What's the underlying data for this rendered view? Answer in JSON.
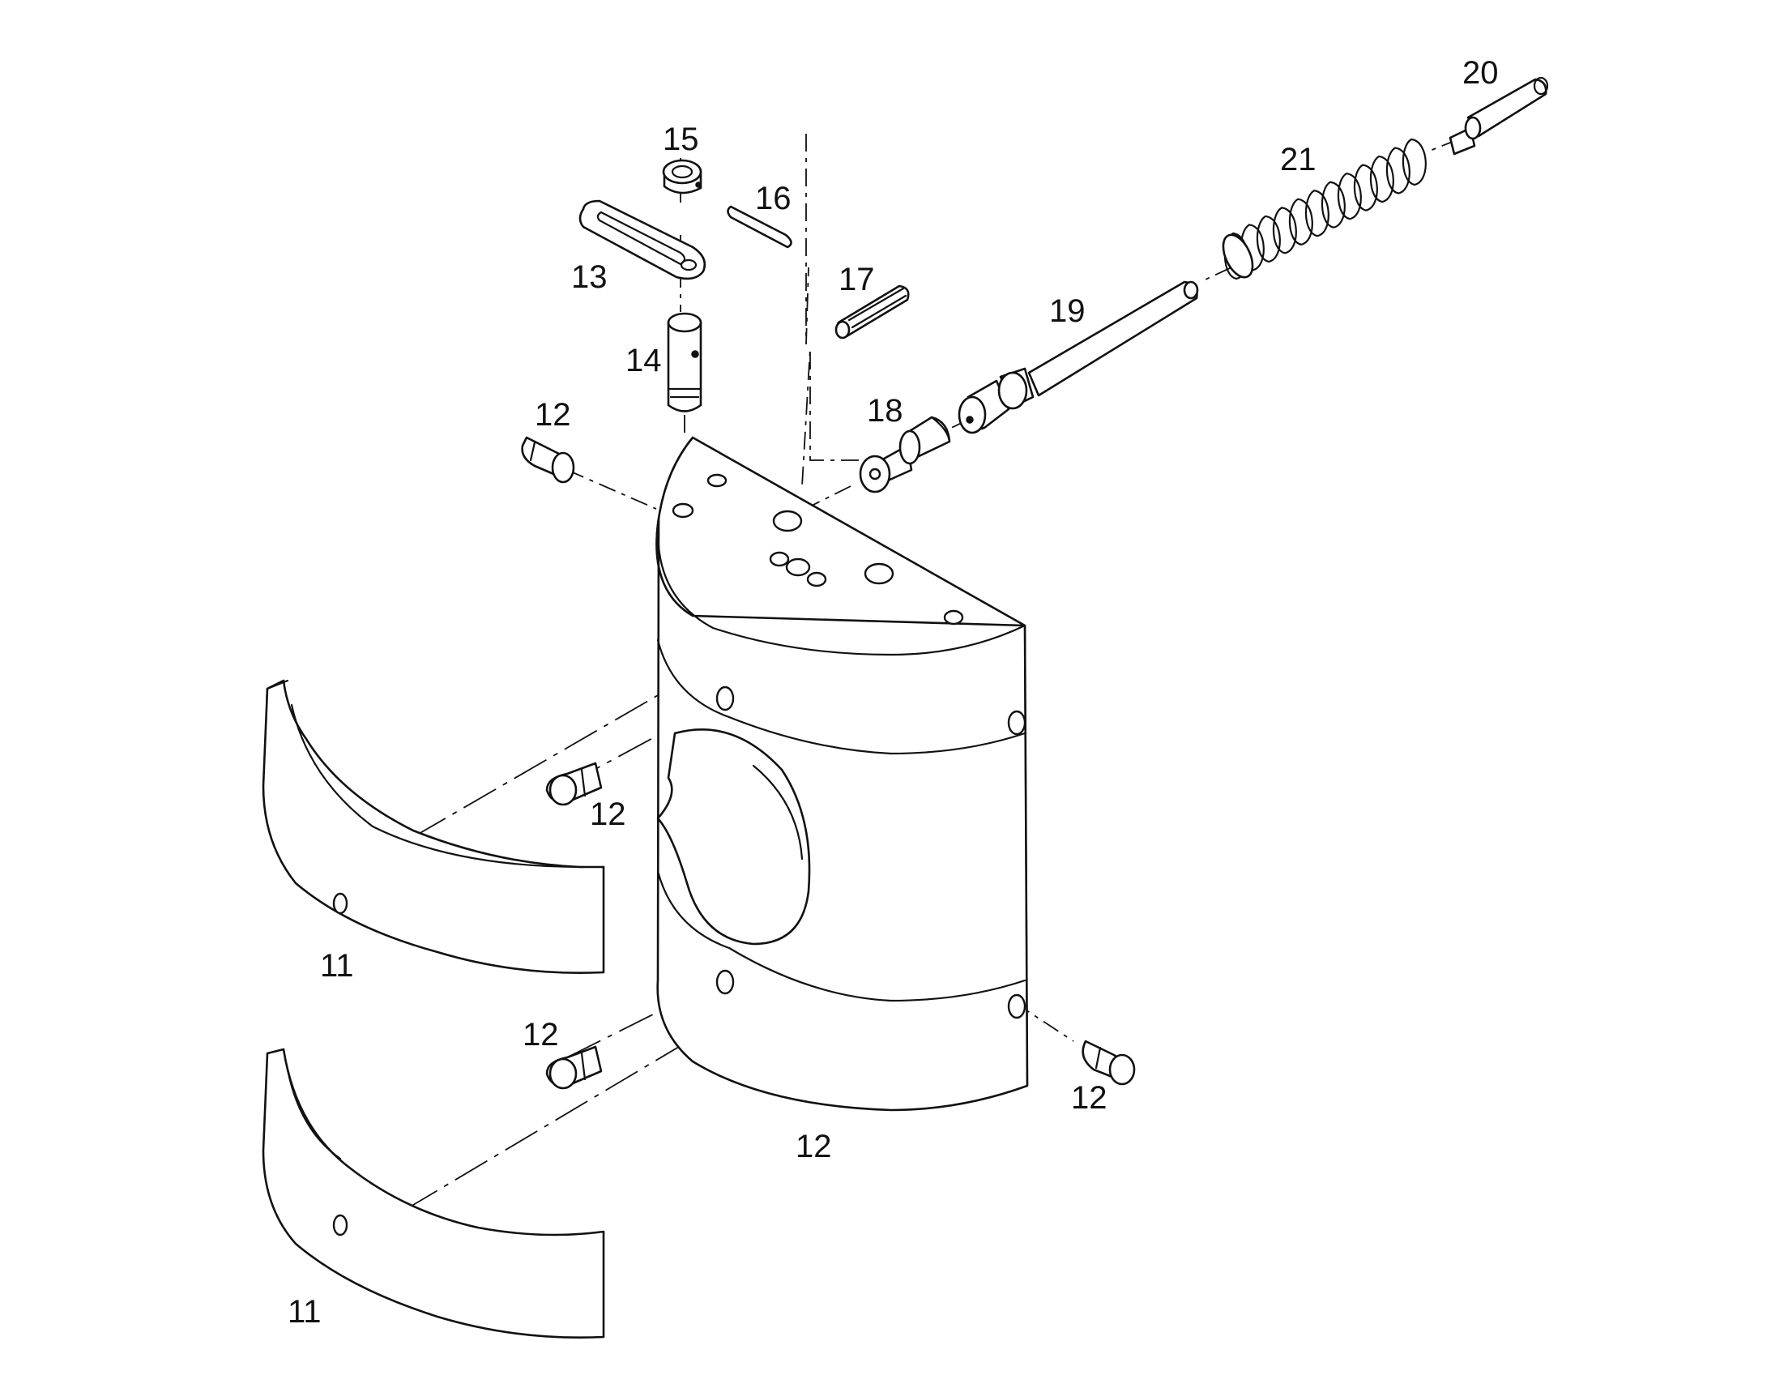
{
  "callouts": [
    {
      "id": "c11a",
      "text": "11"
    },
    {
      "id": "c11b",
      "text": "11"
    },
    {
      "id": "c12a",
      "text": "12"
    },
    {
      "id": "c12b",
      "text": "12"
    },
    {
      "id": "c12c",
      "text": "12"
    },
    {
      "id": "c12d",
      "text": "12"
    },
    {
      "id": "c12e",
      "text": "12"
    },
    {
      "id": "c13",
      "text": "13"
    },
    {
      "id": "c14",
      "text": "14"
    },
    {
      "id": "c15",
      "text": "15"
    },
    {
      "id": "c16",
      "text": "16"
    },
    {
      "id": "c17",
      "text": "17"
    },
    {
      "id": "c18",
      "text": "18"
    },
    {
      "id": "c19",
      "text": "19"
    },
    {
      "id": "c20",
      "text": "20"
    },
    {
      "id": "c21",
      "text": "21"
    }
  ]
}
